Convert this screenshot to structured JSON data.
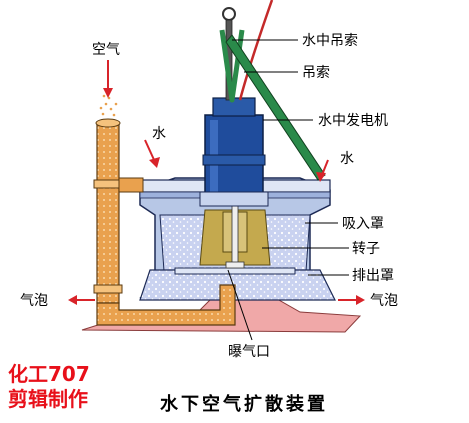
{
  "labels": {
    "air": "空气",
    "water_left": "水",
    "water_right": "水",
    "underwater_cable": "水中吊索",
    "cable": "吊索",
    "generator": "水中发电机",
    "intake_hood": "吸入罩",
    "rotor": "转子",
    "discharge_hood": "排出罩",
    "bubbles_left": "气泡",
    "bubbles_right": "气泡",
    "aeration_port": "曝气口"
  },
  "watermark": {
    "line1": "化工707",
    "line2": "剪辑制作"
  },
  "caption": "水下空气扩散装置",
  "colors": {
    "pipe_orange": "#e9a14e",
    "generator_blue": "#1f4c9c",
    "housing_blue": "#b7c7e6",
    "water_blue": "#c9d2f0",
    "bubble": "#ffffff",
    "base_pink": "#f0a8a8",
    "rotor_olive": "#c4a94e",
    "arrow_red": "#d8242a",
    "cable_red": "#c42a2a",
    "wm_red": "#e8101a"
  }
}
